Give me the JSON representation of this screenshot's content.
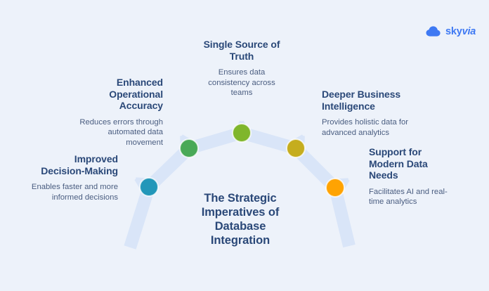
{
  "logo": {
    "text_sky": "sky",
    "text_via": "via",
    "icon": "cloud-icon"
  },
  "title": "The Strategic\nImperatives of\nDatabase\nIntegration",
  "colors": {
    "background": "#edf2fa",
    "band": "#d9e5f8",
    "heading": "#2a4878",
    "subtext": "#4a5d80",
    "logo": "#3e79f3"
  },
  "nodes": [
    {
      "id": "improved-decision-making",
      "heading": "Improved\nDecision-Making",
      "description": "Enables faster and more\ninformed decisions",
      "color": "#2297b9"
    },
    {
      "id": "enhanced-operational-accuracy",
      "heading": "Enhanced\nOperational\nAccuracy",
      "description": "Reduces errors through\nautomated data\nmovement",
      "color": "#48a957"
    },
    {
      "id": "single-source-of-truth",
      "heading": "Single Source of\nTruth",
      "description": "Ensures data\nconsistency across\nteams",
      "color": "#7fb62c"
    },
    {
      "id": "deeper-business-intelligence",
      "heading": "Deeper Business\nIntelligence",
      "description": "Provides holistic data for\nadvanced analytics",
      "color": "#c5ad1e"
    },
    {
      "id": "support-for-modern-data-needs",
      "heading": "Support for\nModern Data\nNeeds",
      "description": "Facilitates AI and real-\ntime analytics",
      "color": "#ffa302"
    }
  ]
}
